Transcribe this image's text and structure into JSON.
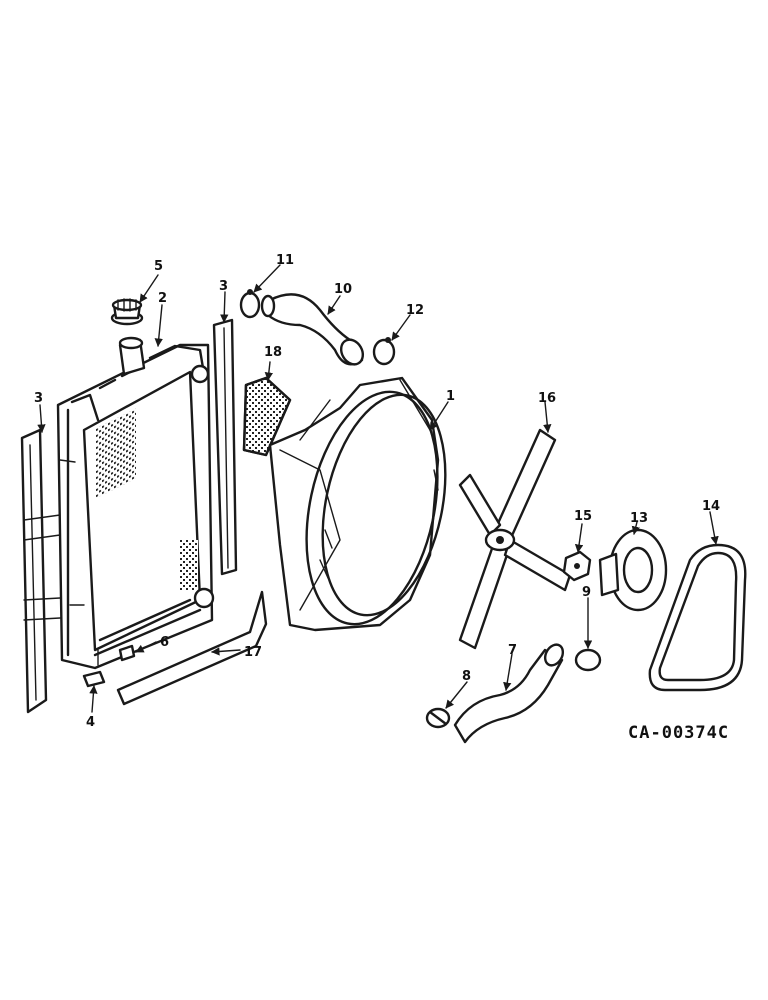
{
  "diagram": {
    "drawing_code": "CA-00374C",
    "callouts": [
      "1",
      "2",
      "3",
      "3",
      "4",
      "5",
      "6",
      "7",
      "8",
      "9",
      "10",
      "11",
      "12",
      "13",
      "14",
      "15",
      "16",
      "17",
      "18"
    ]
  }
}
